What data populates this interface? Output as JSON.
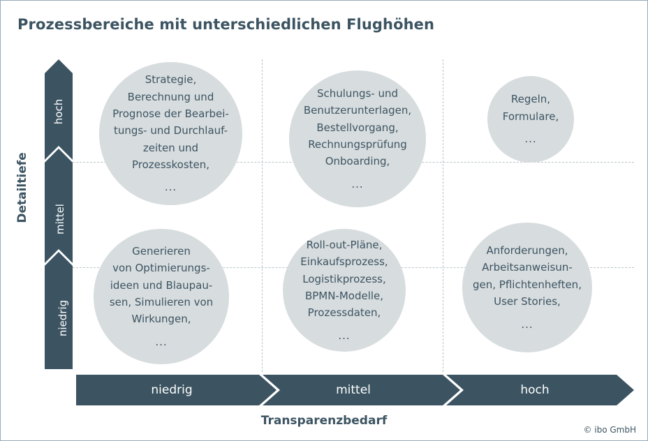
{
  "title": "Prozessbereiche mit unterschiedlichen Flughöhen",
  "colors": {
    "accent_dark": "#3c5462",
    "bubble_fill": "#d7dcde",
    "grid": "#b9c3c9",
    "frame_border": "#9aa9b8",
    "text_on_dark": "#ffffff"
  },
  "y_axis": {
    "title": "Detailtiefe",
    "segments": [
      {
        "key": "hoch",
        "label": "hoch"
      },
      {
        "key": "mittel",
        "label": "mittel"
      },
      {
        "key": "niedrig",
        "label": "niedrig"
      }
    ]
  },
  "x_axis": {
    "title": "Transparenzbedarf",
    "segments": [
      {
        "key": "niedrig",
        "label": "niedrig"
      },
      {
        "key": "mittel",
        "label": "mittel"
      },
      {
        "key": "hoch",
        "label": "hoch"
      }
    ]
  },
  "bubbles": [
    {
      "id": "strategie",
      "x_axis_value": "niedrig",
      "y_axis_value": "hoch",
      "text": "Strategie,\nBerechnung und\nPrognose der Bearbei-\ntungs- und Durchlauf-\nzeiten und\nProzesskosten,",
      "dots": "..."
    },
    {
      "id": "schulungsunterlagen",
      "x_axis_value": "mittel",
      "y_axis_value": "hoch",
      "text": "Schulungs- und\nBenutzerunterlagen,\nBestellvorgang,\nRechnungsprüfung\nOnboarding,",
      "dots": "..."
    },
    {
      "id": "regeln-formulare",
      "x_axis_value": "hoch",
      "y_axis_value": "hoch",
      "text": "Regeln,\nFormulare,",
      "dots": "..."
    },
    {
      "id": "optimierungsideen",
      "x_axis_value": "niedrig",
      "y_axis_value": "niedrig",
      "text": "Generieren\nvon Optimierungs-\nideen und Blaupau-\nsen, Simulieren von\nWirkungen,",
      "dots": "..."
    },
    {
      "id": "rollout-plaene",
      "x_axis_value": "mittel",
      "y_axis_value": "niedrig",
      "text": "Roll-out-Pläne,\nEinkaufsprozess,\nLogistikprozess,\nBPMN-Modelle,\nProzessdaten,",
      "dots": "..."
    },
    {
      "id": "anforderungen",
      "x_axis_value": "hoch",
      "y_axis_value": "niedrig",
      "text": "Anforderungen,\nArbeitsanweisun-\ngen, Pflichtenheften,\nUser Stories,",
      "dots": "..."
    }
  ],
  "copyright": "© ibo GmbH"
}
